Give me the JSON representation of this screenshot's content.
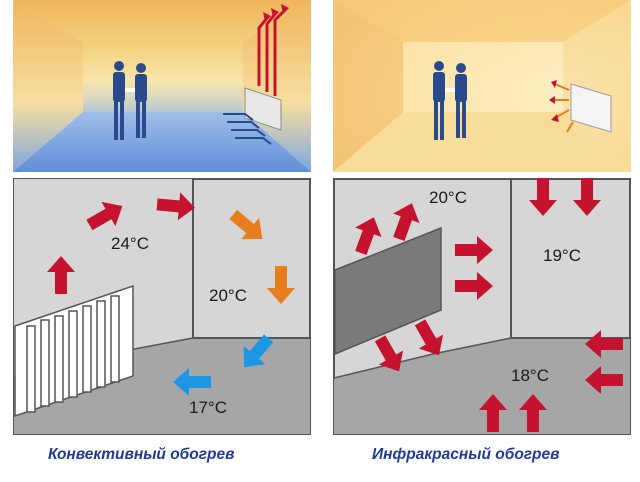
{
  "convective": {
    "caption": "Конвективный обогрев",
    "temps": {
      "ceiling": "24°C",
      "wall": "20°C",
      "floor": "17°C"
    }
  },
  "infrared": {
    "caption": "Инфракрасный обогрев",
    "temps": {
      "ceiling": "20°C",
      "wall": "19°C",
      "floor": "18°C"
    }
  },
  "colors": {
    "warm_arrow": "#c4122f",
    "transition_arrow": "#e87d1e",
    "cool_arrow": "#1e96e6",
    "wall_gray": "#d6d6d6",
    "floor_gray": "#a6a6a6",
    "caption_blue": "#1f3b9a",
    "person_blue": "#2a4a8c"
  }
}
